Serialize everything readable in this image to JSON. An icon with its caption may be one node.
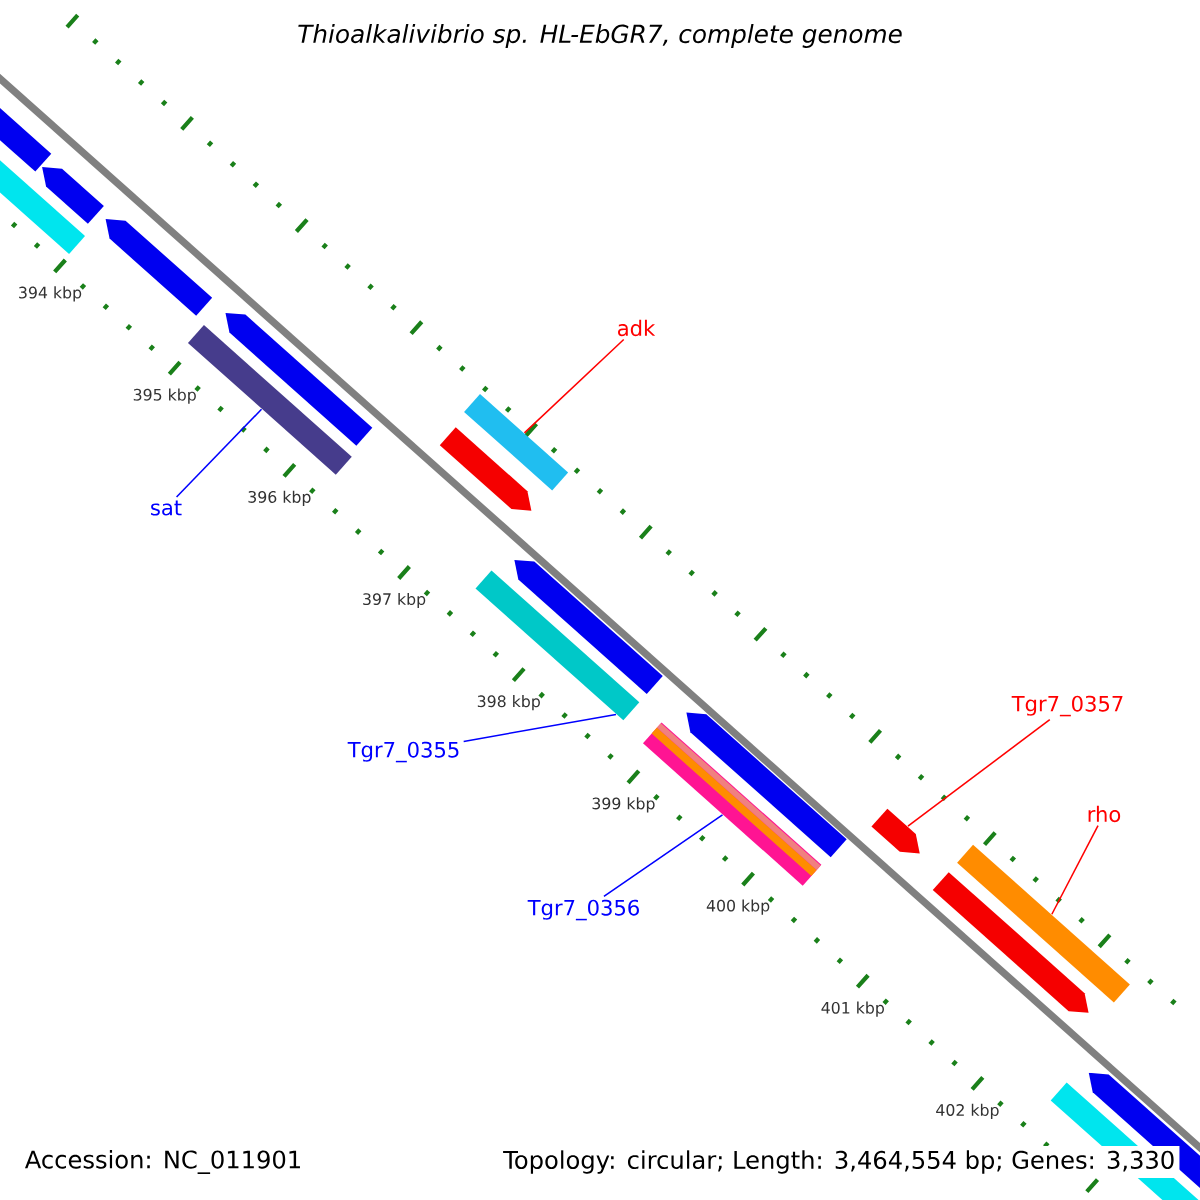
{
  "diagram": {
    "title": "Thioalkalivibrio sp. HL-EbGR7, complete genome",
    "nodes": [
      {
        "text": [
          "sat"
        ]
      },
      {
        "text": [
          "adk"
        ]
      },
      {
        "text": [
          "Tgr7_0355"
        ]
      },
      {
        "text": [
          "Tgr7_0356"
        ]
      },
      {
        "text": [
          "Tgr7_0357"
        ]
      },
      {
        "text": [
          "rho"
        ]
      },
      {
        "text": [],
        "shape": "bar"
      },
      {
        "text": [],
        "shape": "bar"
      },
      {
        "text": [],
        "shape": "bar"
      },
      {
        "text": [],
        "shape": "bar"
      },
      {
        "text": [],
        "shape": "bar"
      },
      {
        "text": [],
        "shape": "bar"
      },
      {
        "text": [],
        "shape": "bar"
      },
      {
        "text": [],
        "shape": "bar"
      },
      {
        "text": [],
        "shape": "bar"
      },
      {
        "text": [],
        "shape": "bar"
      },
      {
        "text": [],
        "shape": "bar"
      },
      {
        "text": [],
        "shape": "bar"
      },
      {
        "text": [],
        "shape": "bar"
      },
      {
        "text": [],
        "shape": "bar"
      },
      {
        "text": [],
        "shape": "bar"
      },
      {
        "text": [],
        "shape": "bar"
      },
      {
        "text": [],
        "shape": "bar"
      }
    ],
    "edges": [
      {
        "from": 0,
        "to": 10,
        "arrow": "none",
        "color": "#0000ff"
      },
      {
        "from": 1,
        "to": 12,
        "arrow": "none",
        "color": "#ff0000"
      },
      {
        "from": 2,
        "to": 14,
        "arrow": "none",
        "color": "#0000ff"
      },
      {
        "from": 3,
        "to": 16,
        "arrow": "none",
        "color": "#0000ff"
      },
      {
        "from": 4,
        "to": 18,
        "arrow": "none",
        "color": "#ff0000"
      },
      {
        "from": 5,
        "to": 19,
        "arrow": "none",
        "color": "#ff0000"
      }
    ],
    "labels": [
      "394 kbp",
      "395 kbp",
      "396 kbp",
      "397 kbp",
      "398 kbp",
      "399 kbp",
      "400 kbp",
      "401 kbp",
      "402 kbp",
      "Accession: NC_011901",
      "Topology: circular; Length: 3,464,554 bp; Genes: 3,330"
    ]
  }
}
